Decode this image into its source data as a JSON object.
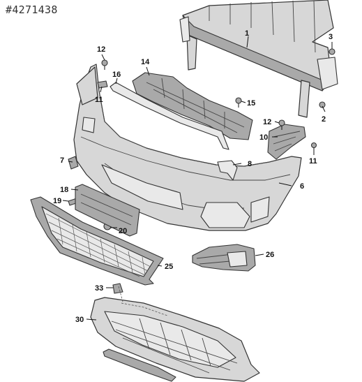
{
  "diagram_id": "#4271438",
  "callouts": [
    {
      "label": "1"
    },
    {
      "label": "2"
    },
    {
      "label": "3"
    },
    {
      "label": "6"
    },
    {
      "label": "7"
    },
    {
      "label": "8"
    },
    {
      "label": "10"
    },
    {
      "label": "11"
    },
    {
      "label": "11"
    },
    {
      "label": "12"
    },
    {
      "label": "12"
    },
    {
      "label": "14"
    },
    {
      "label": "15"
    },
    {
      "label": "16"
    },
    {
      "label": "18"
    },
    {
      "label": "19"
    },
    {
      "label": "20"
    },
    {
      "label": "25"
    },
    {
      "label": "26"
    },
    {
      "label": "30"
    },
    {
      "label": "33"
    }
  ]
}
